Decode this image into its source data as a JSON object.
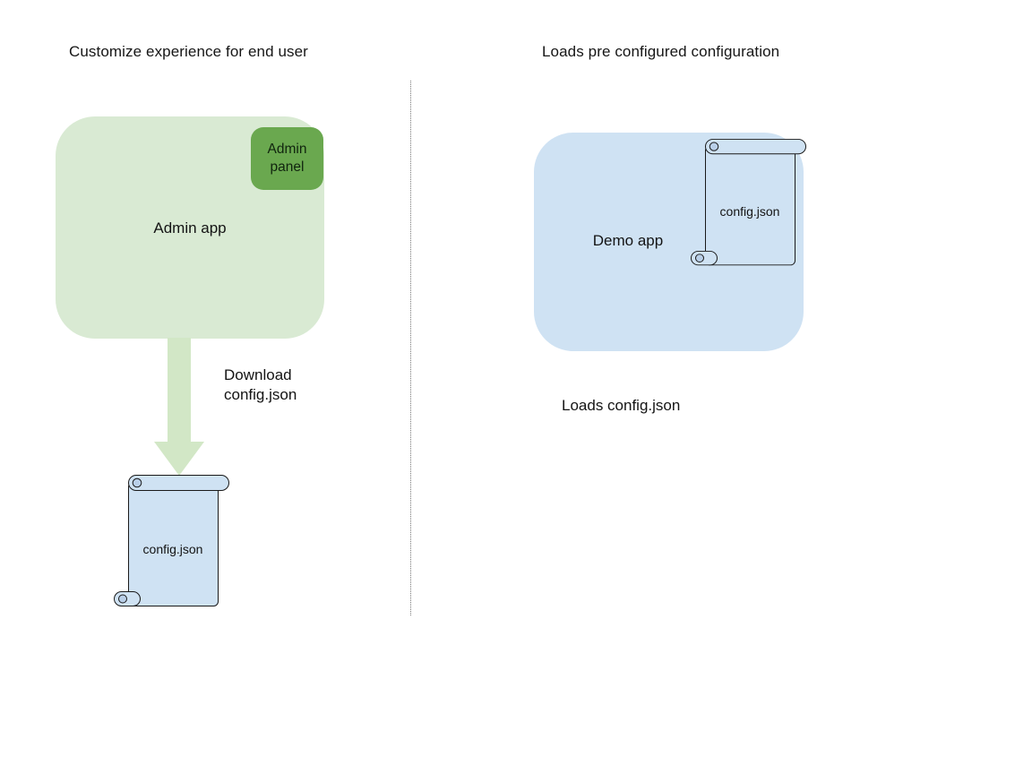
{
  "diagram": {
    "left": {
      "title": "Customize experience for end user",
      "admin_app_label": "Admin app",
      "admin_panel_label": "Admin panel",
      "arrow_label": "Download config.json",
      "config_file_label": "config.json"
    },
    "right": {
      "title": "Loads pre configured configuration",
      "demo_app_label": "Demo app",
      "config_file_label": "config.json",
      "caption": "Loads config.json"
    },
    "colors": {
      "admin_app_fill": "#d9ead3",
      "admin_panel_fill": "#6aa84f",
      "arrow_fill": "#d2e7c6",
      "demo_app_fill": "#cfe2f3",
      "scroll_fill": "#cfe2f3",
      "scroll_curl_fill": "#b9cfe8",
      "outline": "#1a1a1a",
      "background": "#ffffff"
    }
  }
}
